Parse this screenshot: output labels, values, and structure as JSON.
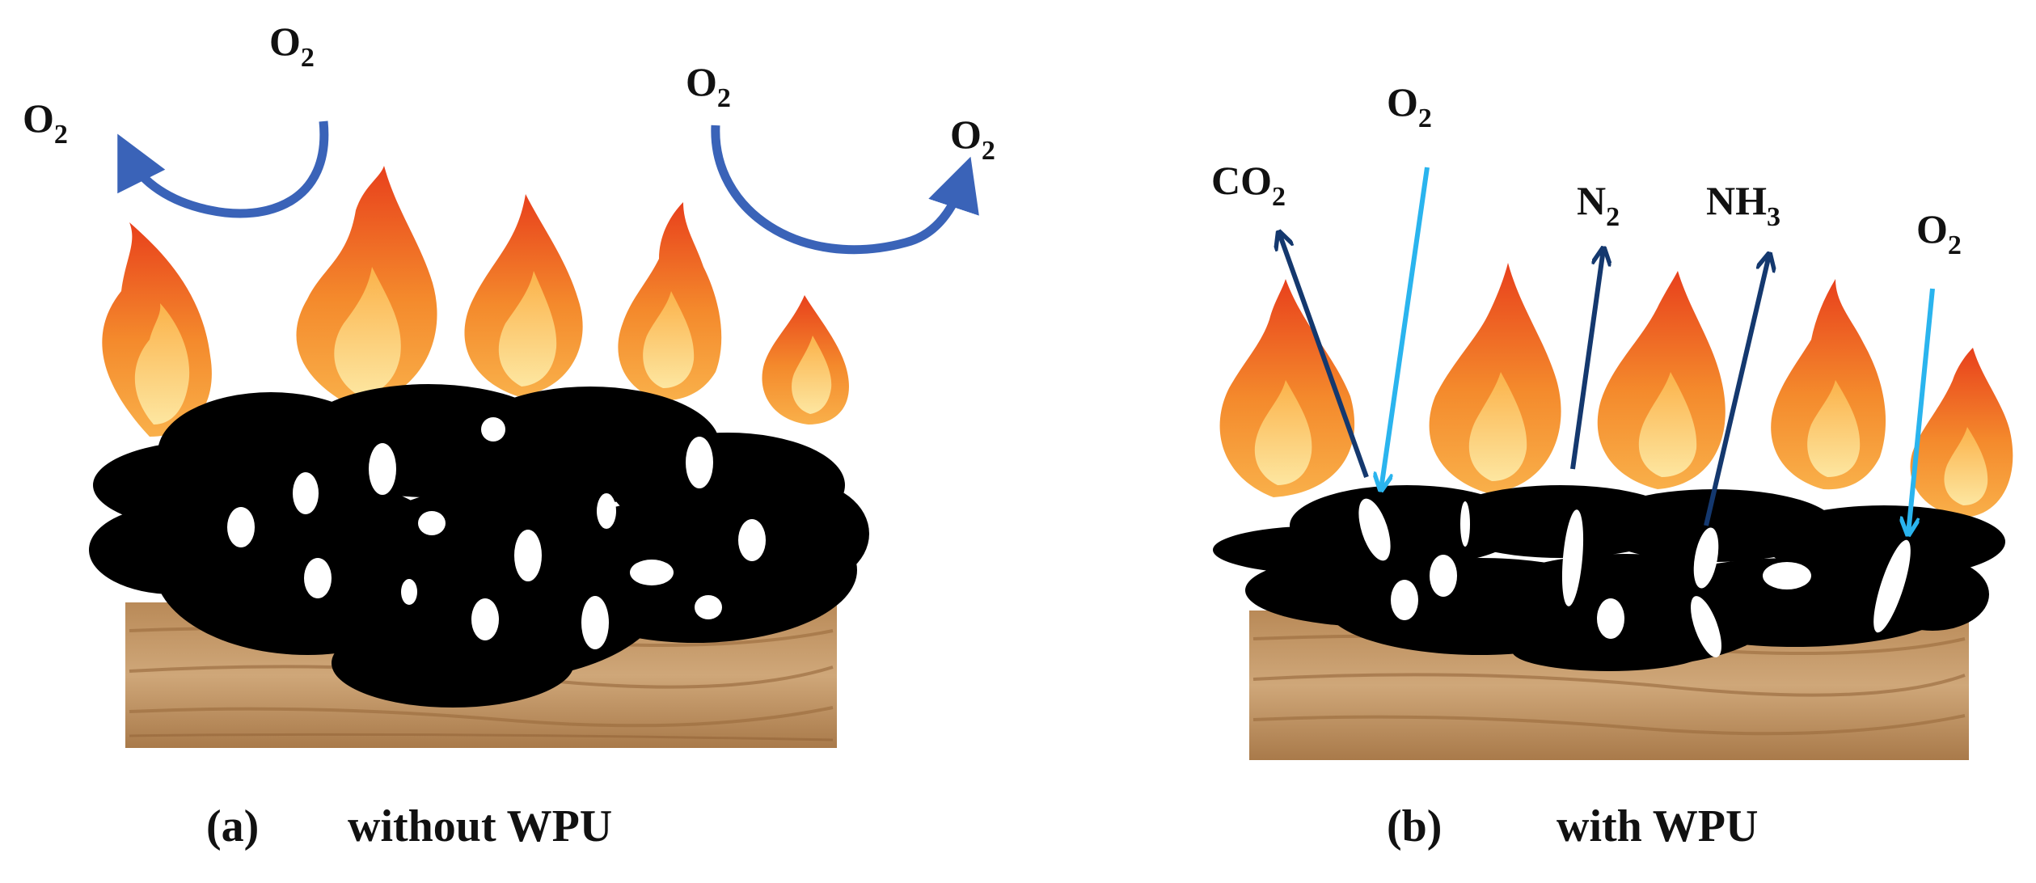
{
  "colors": {
    "flame_outer": "#ee5a24",
    "flame_mid": "#f7932f",
    "flame_core": "#fcd56a",
    "char": "#000000",
    "wood": "#c39a6b",
    "arrow_blue": "#3a63b8",
    "arrow_dark": "#14386e",
    "arrow_light": "#2ab4ee"
  },
  "panel_a": {
    "caption_letter": "(a)",
    "caption_text": "without WPU",
    "gas_labels": [
      {
        "base": "O",
        "sub": "2"
      },
      {
        "base": "O",
        "sub": "2"
      },
      {
        "base": "O",
        "sub": "2"
      },
      {
        "base": "O",
        "sub": "2"
      }
    ]
  },
  "panel_b": {
    "caption_letter": "(b)",
    "caption_text": "with WPU",
    "gas_labels": [
      {
        "base": "CO",
        "sub": "2"
      },
      {
        "base": "O",
        "sub": "2"
      },
      {
        "base": "N",
        "sub": "2"
      },
      {
        "base": "NH",
        "sub": "3"
      },
      {
        "base": "O",
        "sub": "2"
      }
    ]
  }
}
